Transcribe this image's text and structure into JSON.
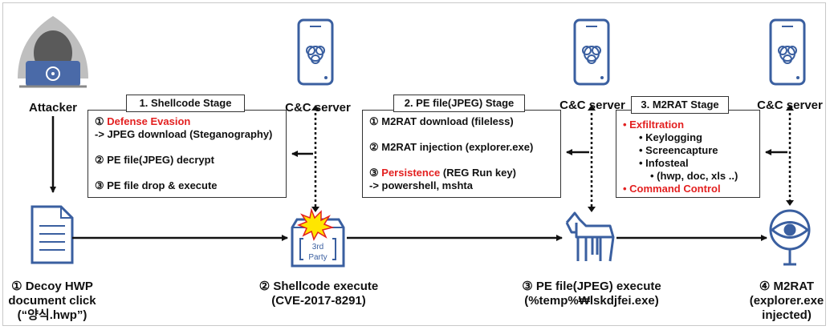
{
  "actors": {
    "attacker": "Attacker",
    "cnc": "C&C server"
  },
  "icons": {
    "attacker": "hooded-hacker-icon",
    "phone": "phone-biohazard-icon",
    "document": "document-icon",
    "package": "third-party-package-icon",
    "horse": "trojan-horse-icon",
    "eye": "eye-search-icon",
    "explosion_text": "3rd Party"
  },
  "stages": {
    "s1": {
      "title": "1. Shellcode Stage",
      "lines": [
        {
          "prefix": "① ",
          "text": "Defense Evasion",
          "red": true
        },
        {
          "prefix": "",
          "text": "-> JPEG download (Steganography)",
          "red": false
        },
        {
          "prefix": "",
          "text": "② PE file(JPEG) decrypt",
          "red": false
        },
        {
          "prefix": "",
          "text": "③ PE file drop & execute",
          "red": false
        }
      ]
    },
    "s2": {
      "title": "2. PE file(JPEG) Stage",
      "lines": [
        {
          "prefix": "",
          "text": "① M2RAT download (fileless)",
          "red": false
        },
        {
          "prefix": "",
          "text": "② M2RAT injection (explorer.exe)",
          "red": false
        },
        {
          "prefix": "③ ",
          "text": "Persistence",
          "suffix": " (REG Run key)",
          "red": true
        },
        {
          "prefix": "",
          "text": "-> powershell, mshta",
          "red": false
        }
      ]
    },
    "s3": {
      "title": "3. M2RAT Stage",
      "exfil": "Exfiltration",
      "sub": [
        "Keylogging",
        "Screencapture",
        "Infosteal"
      ],
      "infosteal_detail": "(hwp, doc, xls ..)",
      "cmd": "Command Control"
    }
  },
  "steps": {
    "step1": [
      "① Decoy HWP",
      "document click",
      "(“양식.hwp”)"
    ],
    "step2": [
      "② Shellcode execute",
      "(CVE-2017-8291)"
    ],
    "step3": [
      "③ PE file(JPEG) execute",
      "(%temp%₩lskdjfei.exe)"
    ],
    "step4": [
      "④ M2RAT",
      "(explorer.exe",
      "injected)"
    ]
  },
  "package_text": {
    "line1": "3rd",
    "line2": "Party"
  },
  "colors": {
    "icon_blue": "#3a5fa0",
    "hood_gray": "#bfbfbf",
    "red": "#e32020",
    "burst_yellow": "#ffe600"
  }
}
